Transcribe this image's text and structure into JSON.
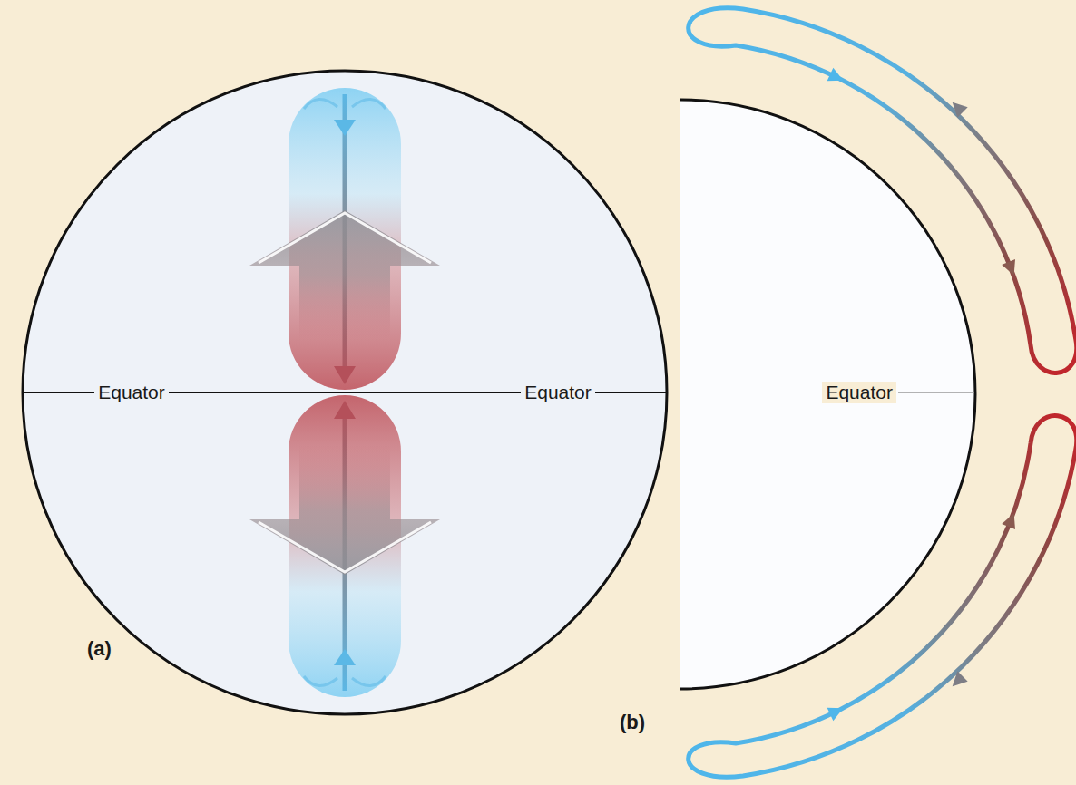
{
  "diagram": {
    "labels": [
      "Equator",
      "Equator",
      "Equator",
      "(a)",
      "(b)"
    ]
  }
}
